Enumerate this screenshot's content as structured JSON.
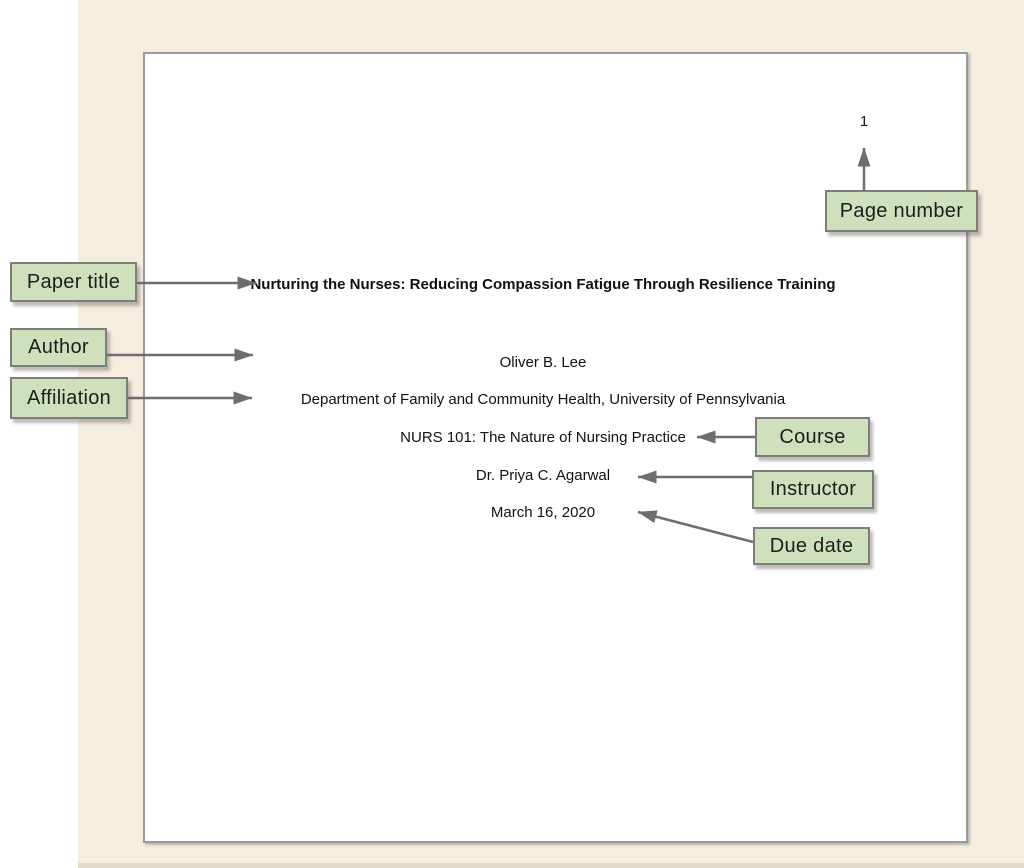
{
  "paper_page": {
    "page_number": "1",
    "title": "Nurturing the Nurses: Reducing Compassion Fatigue Through Resilience Training",
    "author": "Oliver B. Lee",
    "affiliation": "Department of Family and Community Health, University of Pennsylvania",
    "course": "NURS 101: The Nature of Nursing Practice",
    "instructor": "Dr. Priya C. Agarwal",
    "due_date": "March 16, 2020"
  },
  "callouts": {
    "paper_title": "Paper title",
    "author": "Author",
    "affiliation": "Affiliation",
    "course": "Course",
    "instructor": "Instructor",
    "due_date": "Due date",
    "page_number": "Page number"
  },
  "colors": {
    "background_cream": "#f4ede0",
    "callout_fill": "#cfe1bc",
    "callout_border": "#7d7d7d",
    "arrow_gray": "#6e6e6e",
    "page_border": "#9a9a9a",
    "text": "#111111"
  }
}
